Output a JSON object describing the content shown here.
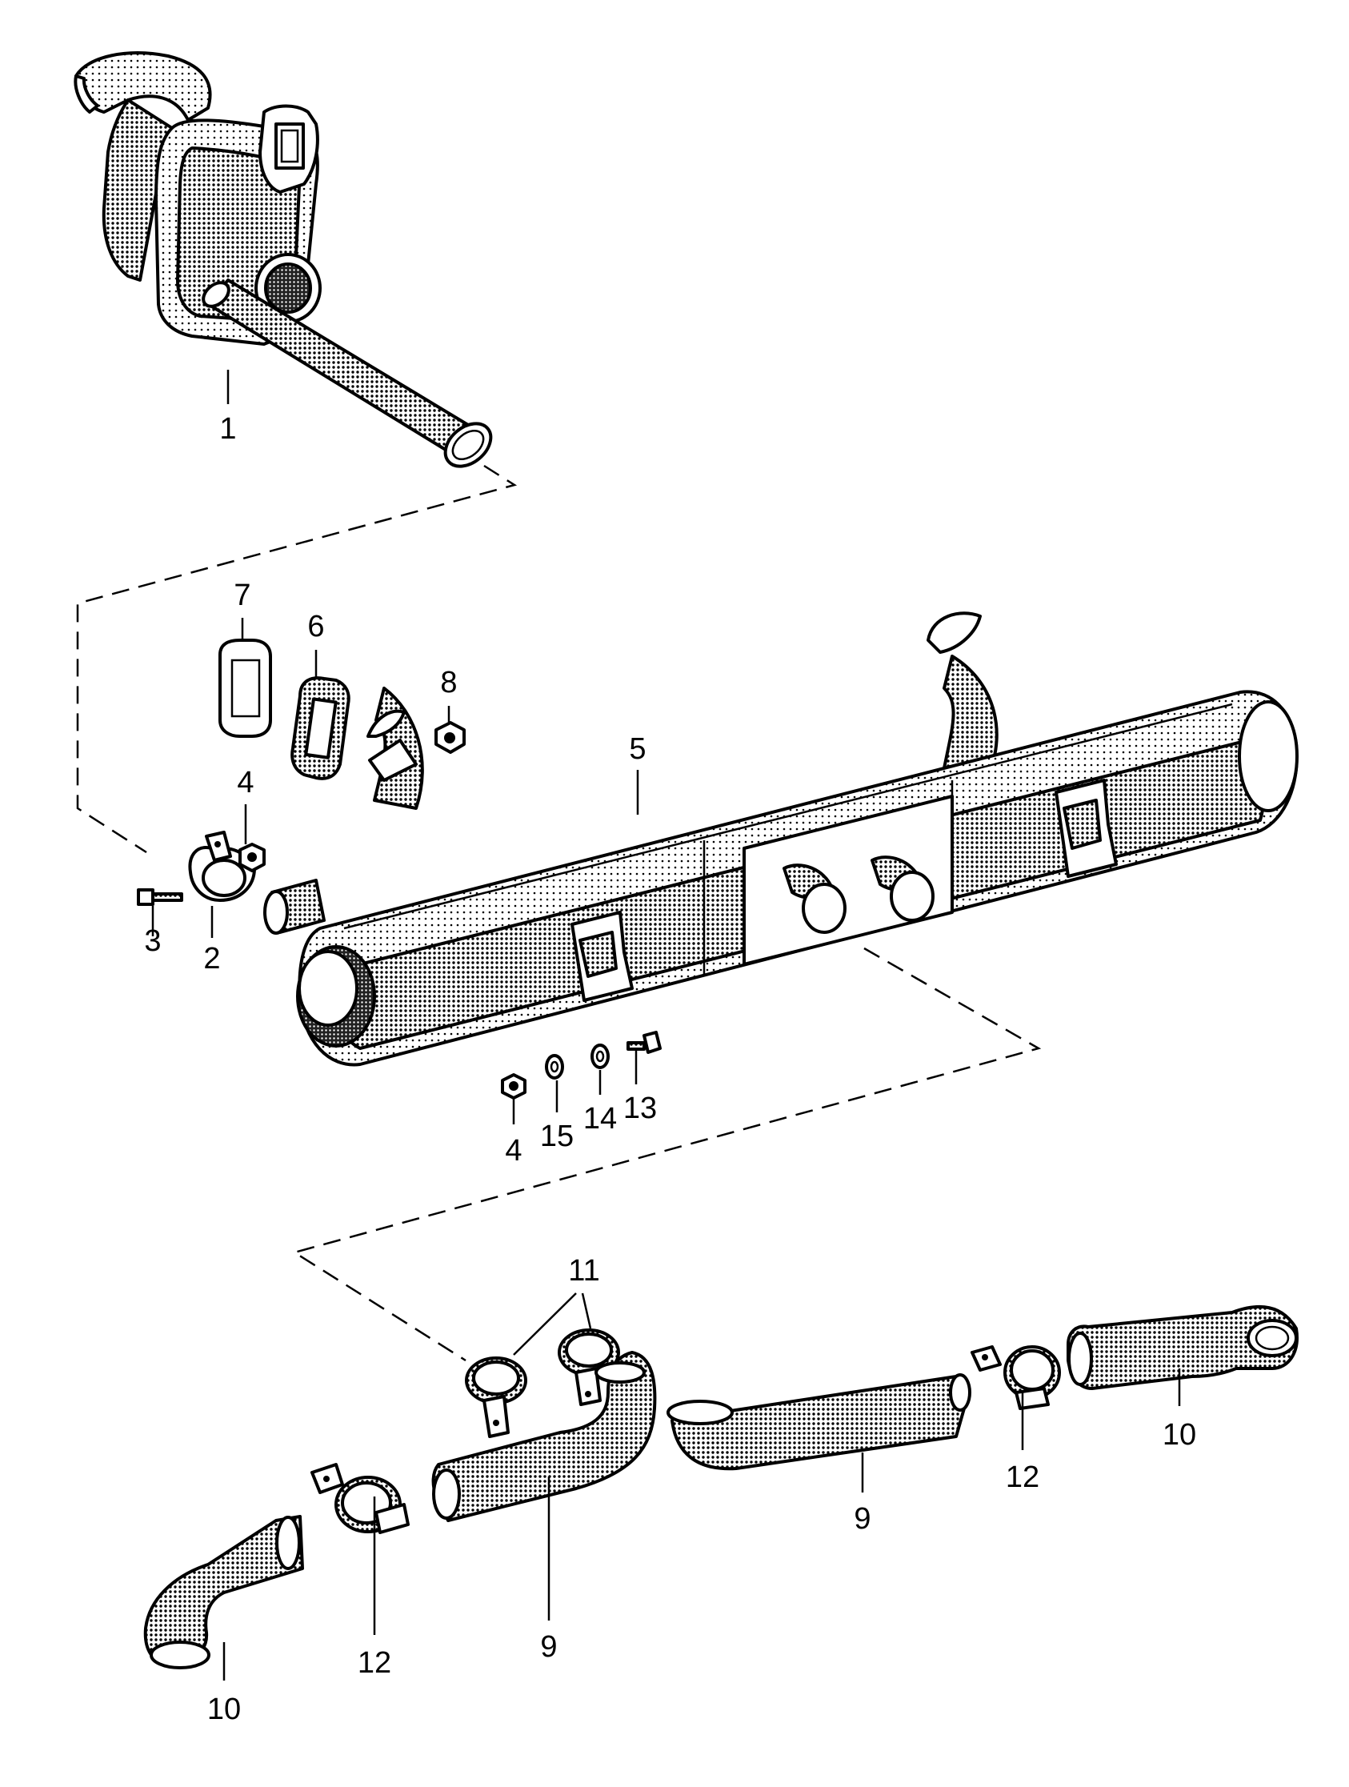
{
  "diagram": {
    "parts": [
      {
        "id": "heat-exchanger",
        "label": "1"
      },
      {
        "id": "clamp-left",
        "label": "2"
      },
      {
        "id": "bolt-left",
        "label": "3"
      },
      {
        "id": "nut-left",
        "label": "4"
      },
      {
        "id": "muffler",
        "label": "5"
      },
      {
        "id": "gasket-thick",
        "label": "6"
      },
      {
        "id": "gasket-thin",
        "label": "7"
      },
      {
        "id": "nut-top",
        "label": "8"
      },
      {
        "id": "tailpipe-middle",
        "label": "9"
      },
      {
        "id": "tailpipe-right",
        "label": "9"
      },
      {
        "id": "elbow-bottom",
        "label": "10"
      },
      {
        "id": "elbow-right",
        "label": "10"
      },
      {
        "id": "clamp-pair",
        "label": "11"
      },
      {
        "id": "clamp-bottom",
        "label": "12"
      },
      {
        "id": "clamp-right",
        "label": "12"
      },
      {
        "id": "bolt-bottom",
        "label": "13"
      },
      {
        "id": "washer-bottom",
        "label": "14"
      },
      {
        "id": "lock-washer-bottom",
        "label": "15"
      },
      {
        "id": "nut-bottom",
        "label": "4"
      }
    ]
  }
}
